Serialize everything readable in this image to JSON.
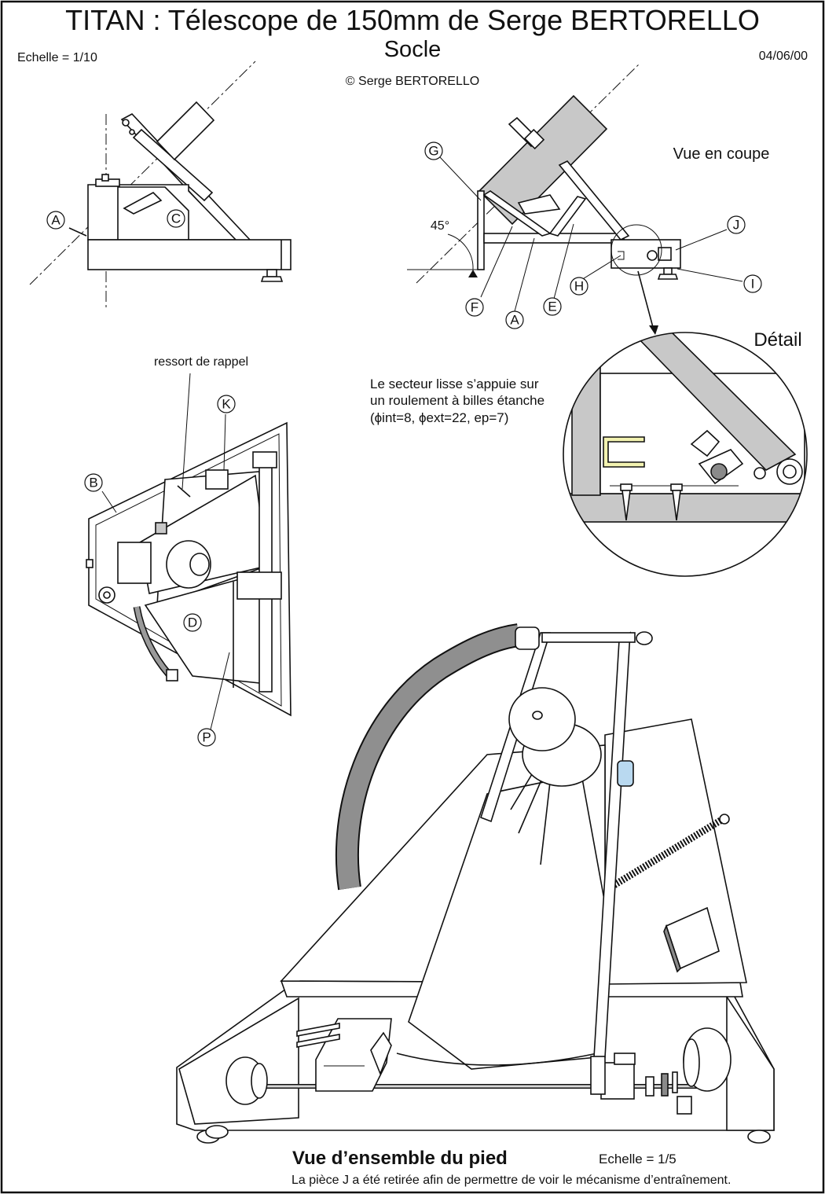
{
  "title": "TITAN : Télescope de 150mm de Serge BERTORELLO",
  "subtitle": "Socle",
  "scale_top": "Echelle = 1/10",
  "date": "04/06/00",
  "copyright": "© Serge BERTORELLO",
  "section_view_label": "Vue en coupe",
  "angle_label": "45°",
  "detail_label": "Détail",
  "spring_label": "ressort de rappel",
  "detail_note": {
    "line1": "Le secteur lisse s’appuie sur",
    "line2": "un roulement à billes étanche",
    "line3": "(ϕint=8, ϕext=22, ep=7)"
  },
  "part_labels": {
    "side_a": "A",
    "side_c": "C",
    "sec_g": "G",
    "sec_j": "J",
    "sec_h": "H",
    "sec_i": "I",
    "sec_f": "F",
    "sec_a": "A",
    "sec_e": "E",
    "top_k": "K",
    "top_b": "B",
    "top_d": "D",
    "top_p": "P"
  },
  "overview_title": "Vue d’ensemble du pied",
  "scale_bottom": "Echelle = 1/5",
  "overview_note": "La pièce J a été retirée afin de permettre de voir le mécanisme d’entraînement."
}
